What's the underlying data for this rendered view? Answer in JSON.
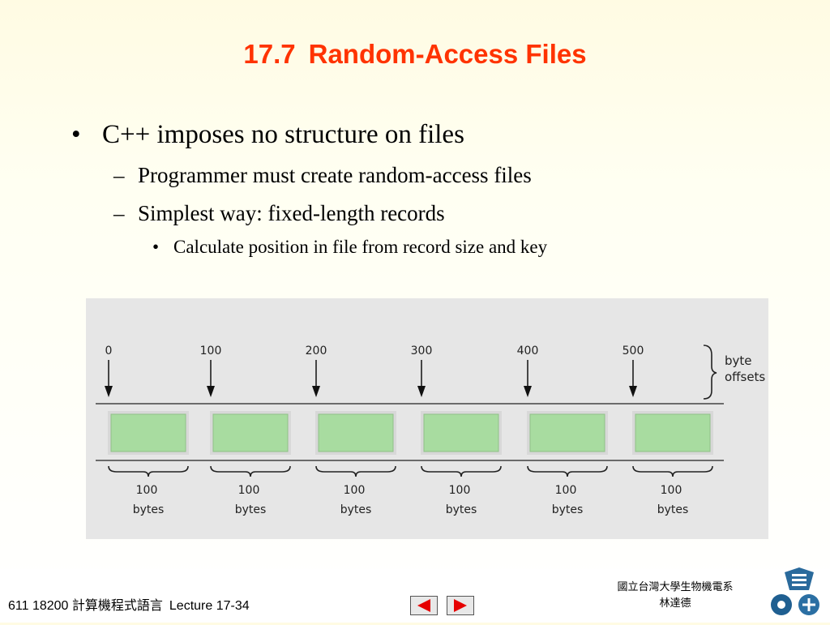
{
  "slide": {
    "title_number": "17.7",
    "title_text": "Random-Access Files",
    "bullet_level1": "C++ imposes no structure on files",
    "bullet_level2": [
      "Programmer must create random-access files",
      "Simplest way: fixed-length records"
    ],
    "bullet_level3": "Calculate position in file from record size and key"
  },
  "figure": {
    "offsets": [
      "0",
      "100",
      "200",
      "300",
      "400",
      "500"
    ],
    "offsets_label": [
      "byte",
      "offsets"
    ],
    "record_sizes": [
      "100",
      "100",
      "100",
      "100",
      "100",
      "100"
    ],
    "size_unit": "bytes",
    "record_fill": "#a8dca0"
  },
  "footer": {
    "course_code": "611 18200 計算機程式語言",
    "lecture": "Lecture 17-34",
    "department_line1": "國立台灣大學生物機電系",
    "department_line2": "林達德",
    "nav_color": "#e60000"
  }
}
